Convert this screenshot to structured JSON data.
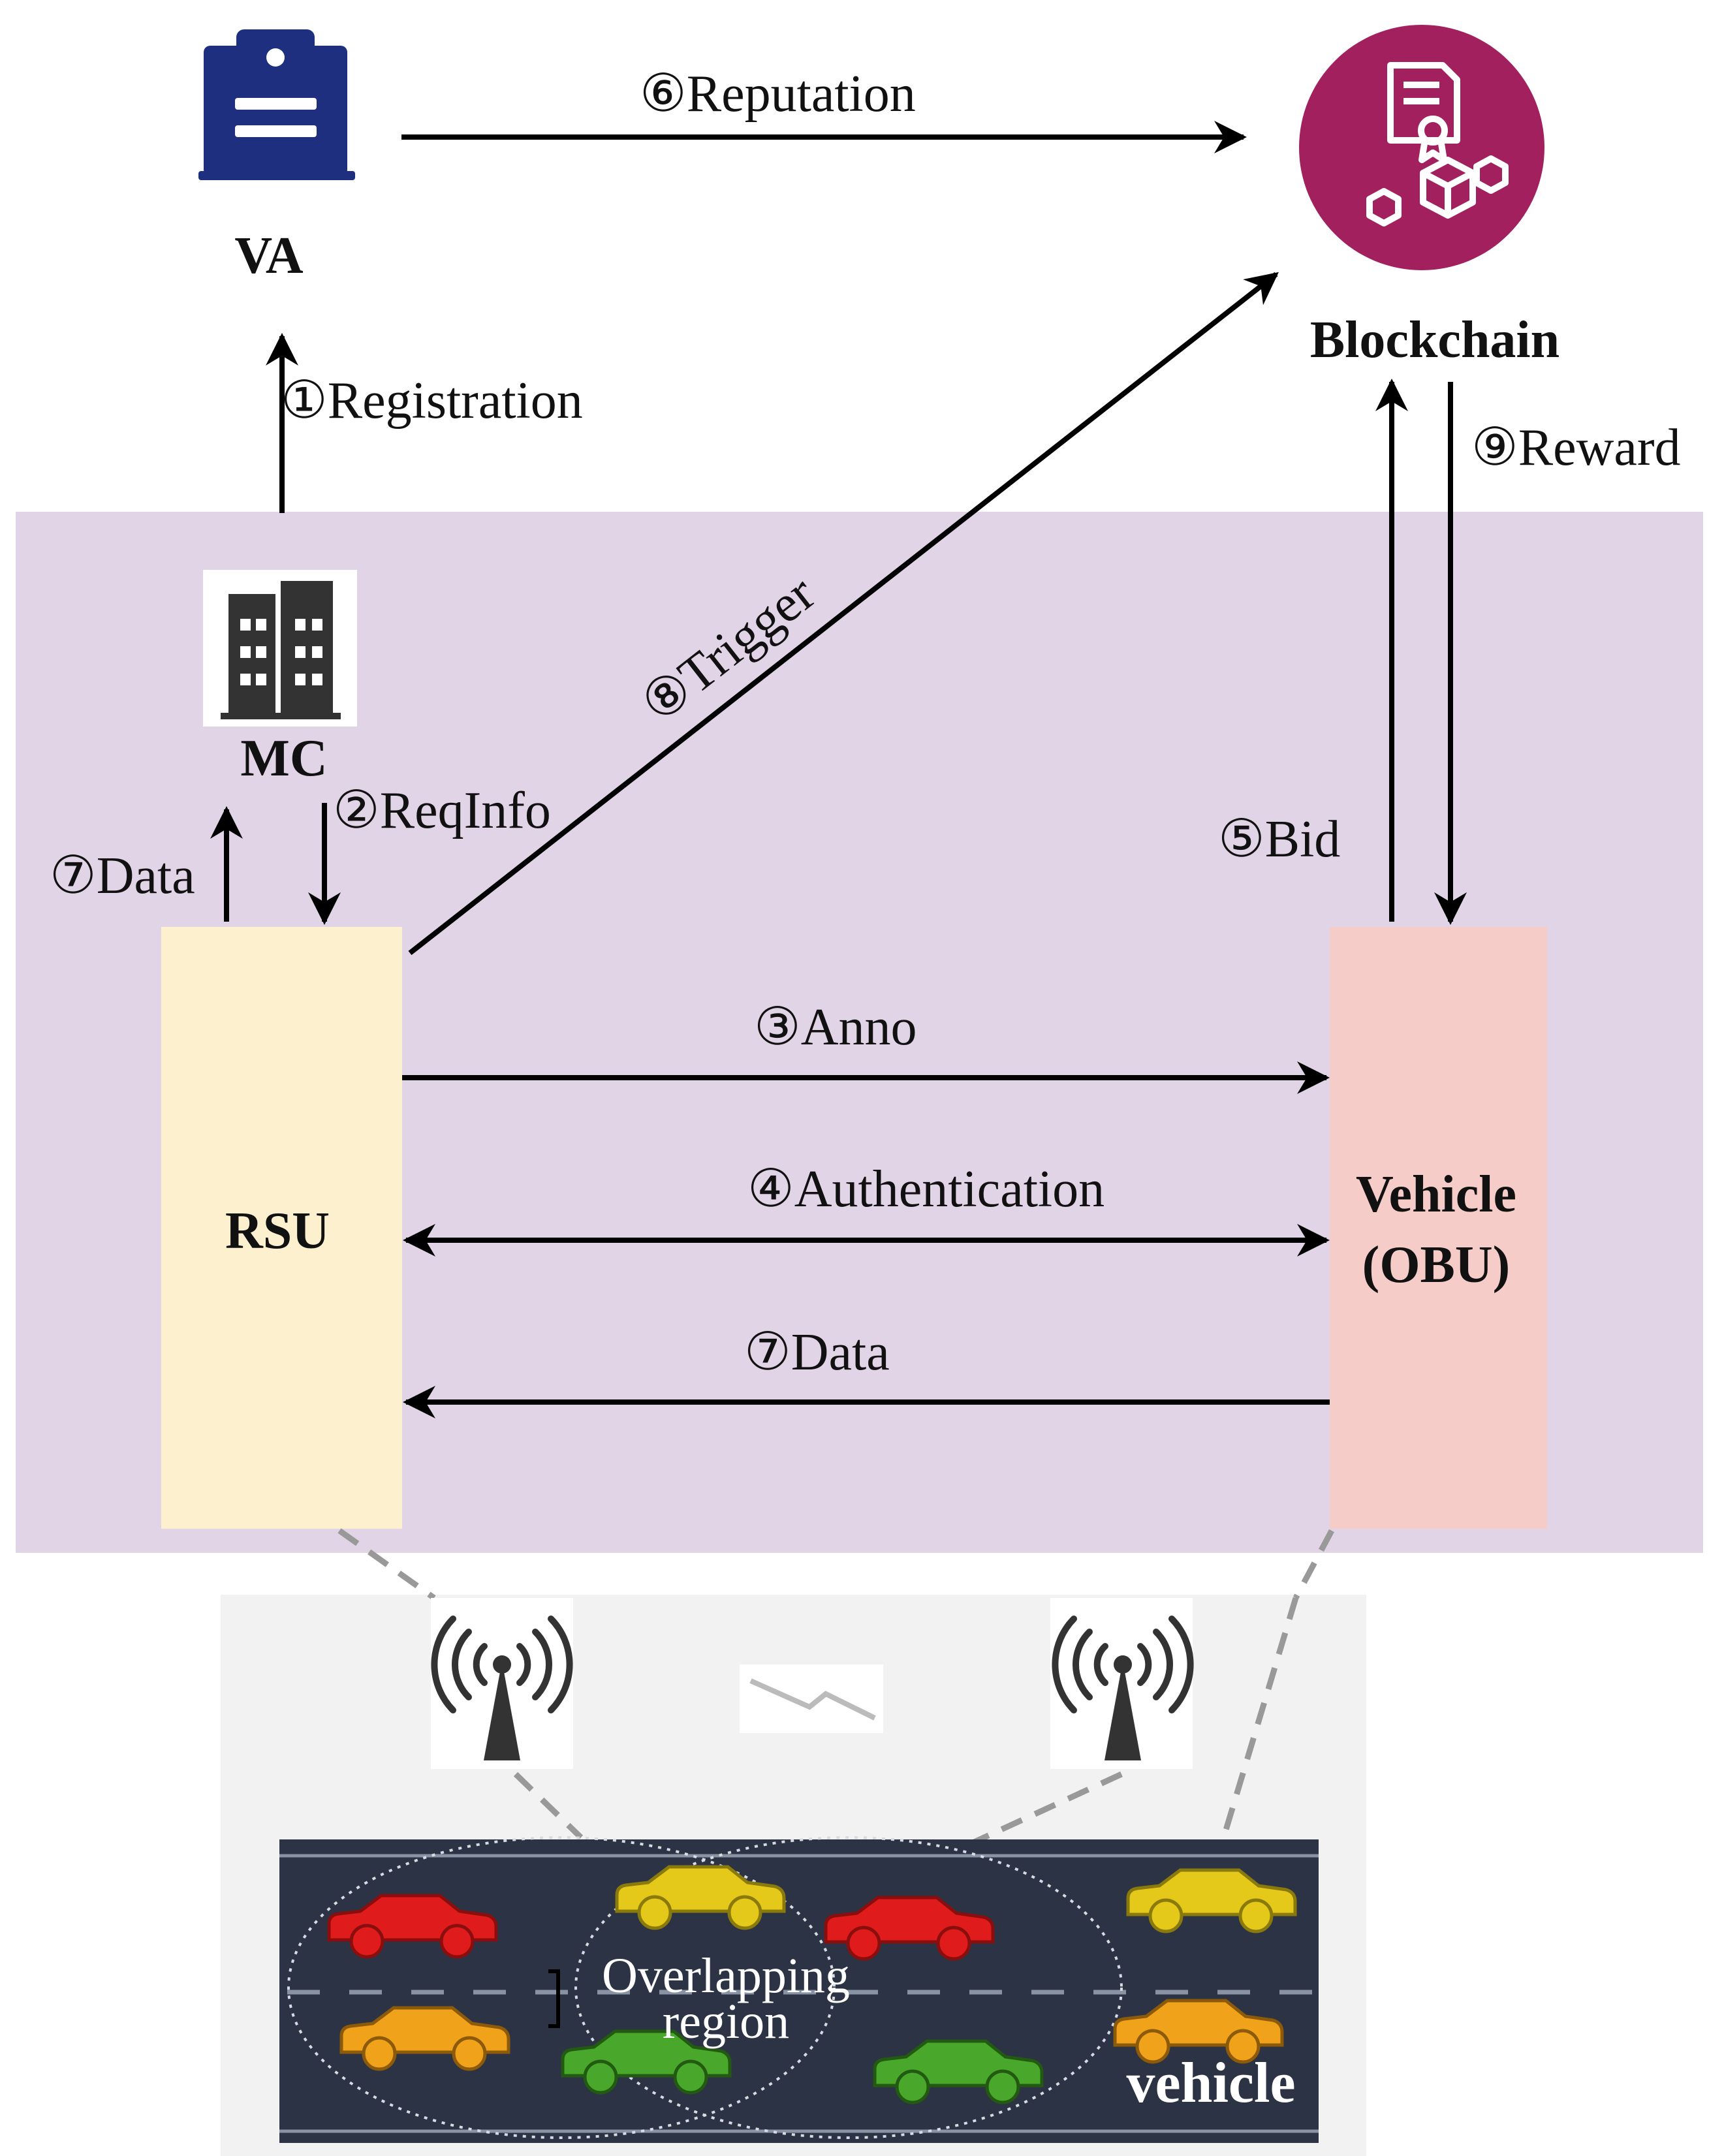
{
  "nodes": {
    "va": "VA",
    "blockchain": "Blockchain",
    "mc": "MC",
    "rsu": "RSU",
    "vehicle_line1": "Vehicle",
    "vehicle_line2": "(OBU)"
  },
  "edges": {
    "registration": "①Registration",
    "reputation": "⑥Reputation",
    "reqinfo": "②ReqInfo",
    "data_up": "⑦Data",
    "trigger": "⑧Trigger",
    "bid": "⑤Bid",
    "reward": "⑨Reward",
    "anno": "③Anno",
    "authentication": "④Authentication",
    "data_back": "⑦Data"
  },
  "road": {
    "overlap_line1": "Overlapping",
    "overlap_line2": "region",
    "vehicle_label": "vehicle"
  },
  "icons": {
    "va": "clipboard-icon",
    "blockchain": "blockchain-certificate-icon",
    "mc": "building-icon",
    "rsu_antenna": "antenna-icon",
    "vehicle_antenna": "antenna-icon",
    "wireless": "lightning-icon"
  },
  "colors": {
    "domain_bg": "#e0d4e6",
    "rsu_fill": "#fdf0cf",
    "vehicle_fill": "#f6ccc8",
    "va_icon": "#1f2f7f",
    "blockchain_icon": "#a3205f",
    "road": "#2b3344",
    "car_red": "#e01b1b",
    "car_yellow": "#e4c81a",
    "car_orange": "#f0a21a",
    "car_green": "#49a82c"
  }
}
